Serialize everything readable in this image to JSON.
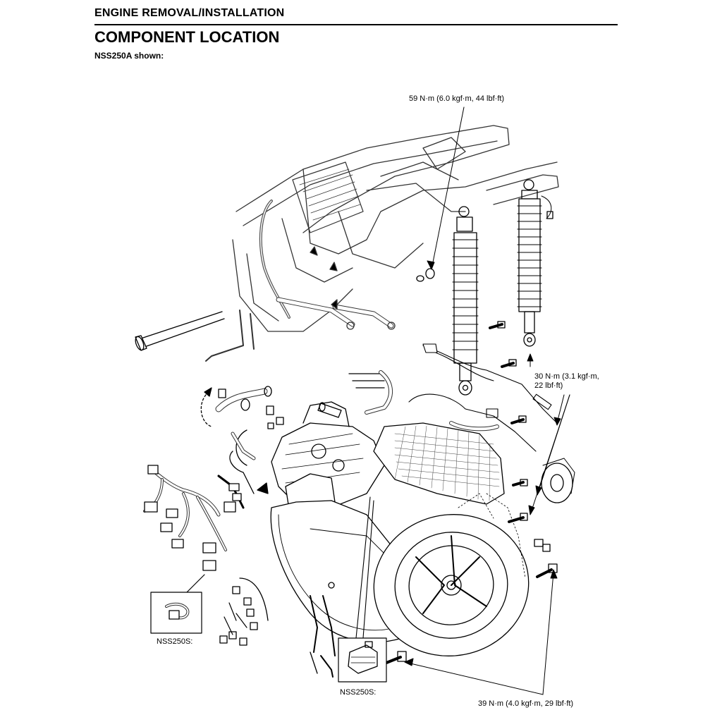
{
  "header": {
    "section": "ENGINE REMOVAL/INSTALLATION",
    "title": "COMPONENT LOCATION",
    "subtitle": "NSS250A shown:"
  },
  "callouts": {
    "torque_top": "59 N·m (6.0 kgf·m, 44 lbf·ft)",
    "torque_right_line1": "30 N·m (3.1 kgf·m,",
    "torque_right_line2": "22 lbf·ft)",
    "torque_bottom": "39 N·m (4.0 kgf·m, 29 lbf·ft)",
    "inset_left_label": "NSS250S:",
    "inset_center_label": "NSS250S:"
  }
}
